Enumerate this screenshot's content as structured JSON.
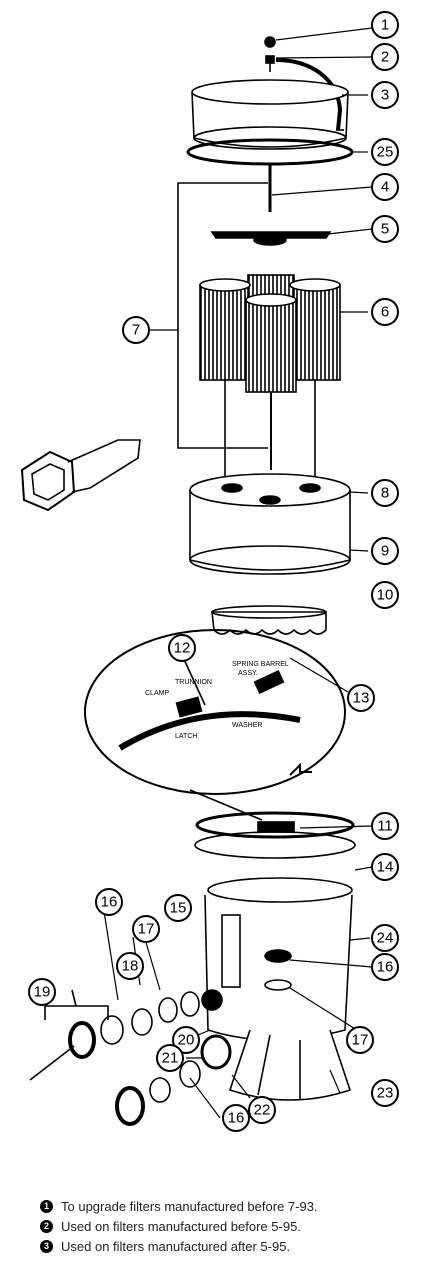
{
  "callouts": [
    "1",
    "2",
    "3",
    "25",
    "4",
    "5",
    "6",
    "7",
    "8",
    "9",
    "10",
    "12",
    "13",
    "11",
    "14",
    "15",
    "17",
    "18",
    "16",
    "24",
    "19",
    "20",
    "21",
    "22",
    "23"
  ],
  "inset_labels": {
    "spring": "SPRING BARREL",
    "assy": "ASSY.",
    "trunnion": "TRUNNION",
    "clamp": "CLAMP",
    "latch": "LATCH",
    "washer": "WASHER"
  },
  "notes": [
    {
      "marker": "1",
      "text": "To upgrade filters manufactured before 7-93."
    },
    {
      "marker": "2",
      "text": "Used on filters manufactured before 5-95."
    },
    {
      "marker": "3",
      "text": "Used on filters manufactured after 5-95."
    }
  ]
}
